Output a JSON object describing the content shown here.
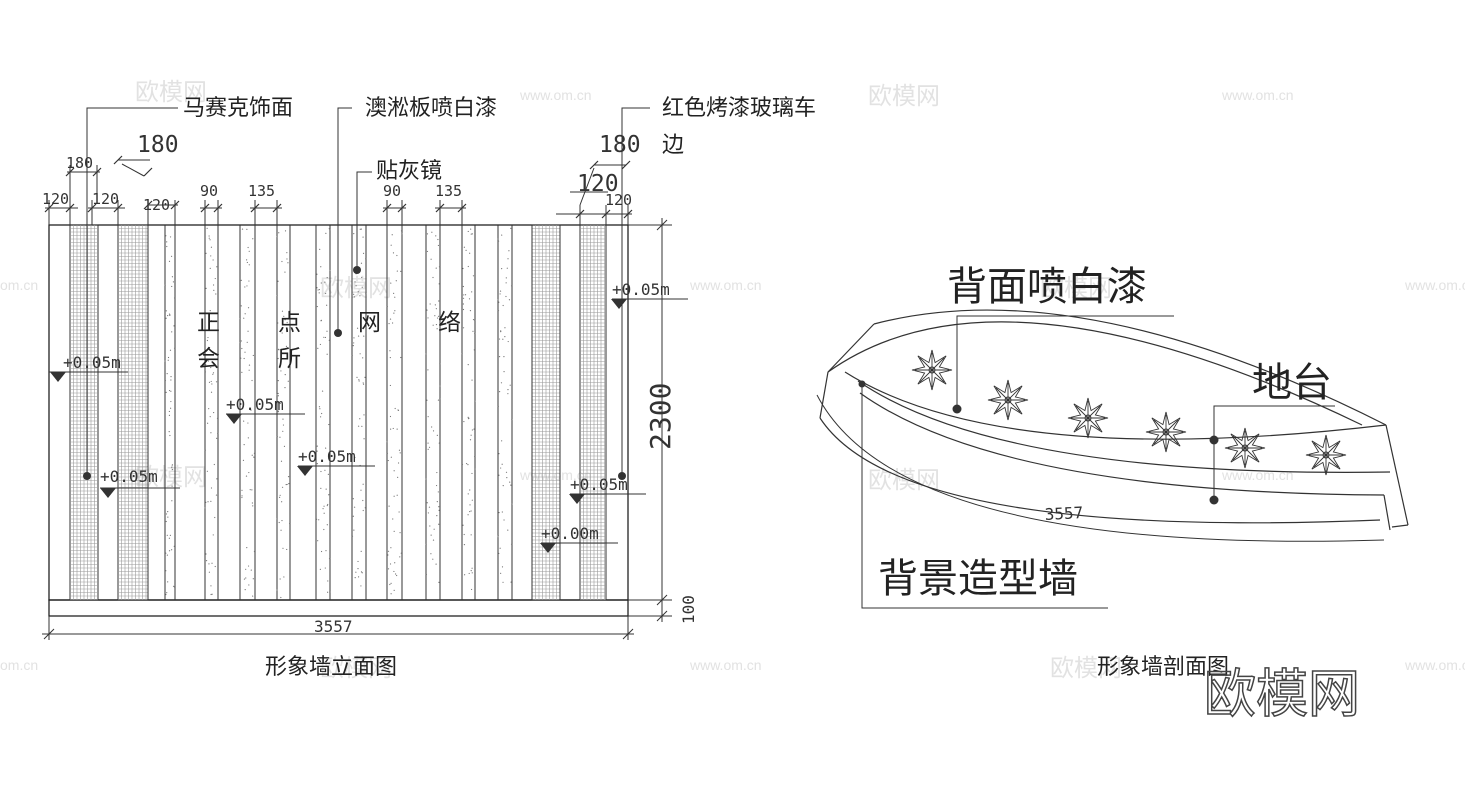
{
  "watermarks": {
    "site": "www.om.cn",
    "brand": "欧模网",
    "site_partial": "om.cn"
  },
  "elevation": {
    "caption": "形象墙立面图",
    "callouts": {
      "mosaic": "马赛克饰面",
      "board": "澳淞板喷白漆",
      "mirror": "贴灰镜",
      "glass_line1": "红色烤漆玻璃车",
      "glass_line2": "边"
    },
    "dims_top": {
      "d180_left_small": "180",
      "d180_left_big": "180",
      "d120_a": "120",
      "d120_b": "120",
      "d120_c": "120",
      "d90_a": "90",
      "d135_a": "135",
      "d90_b": "90",
      "d135_b": "135",
      "d180_right_big": "180",
      "d120_right_big": "120",
      "d120_right_small": "120"
    },
    "width_dim": "3557",
    "height_dim": "2300",
    "base_dim": "100",
    "levels": {
      "l1": "+0.05m",
      "l2": "+0.05m",
      "l3": "+0.05m",
      "l4": "+0.05m",
      "l5": "+0.05m",
      "l6": "+0.05m",
      "l7": "+0.00m"
    },
    "sign": {
      "c1": "正",
      "c2": "点",
      "c3": "网",
      "c4": "络",
      "c5": "会",
      "c6": "所"
    }
  },
  "section": {
    "caption": "形象墙剖面图",
    "labels": {
      "back_paint": "背面喷白漆",
      "platform": "地台",
      "wall": "背景造型墙"
    },
    "arc_dim": "3557"
  },
  "logo": "欧模网"
}
